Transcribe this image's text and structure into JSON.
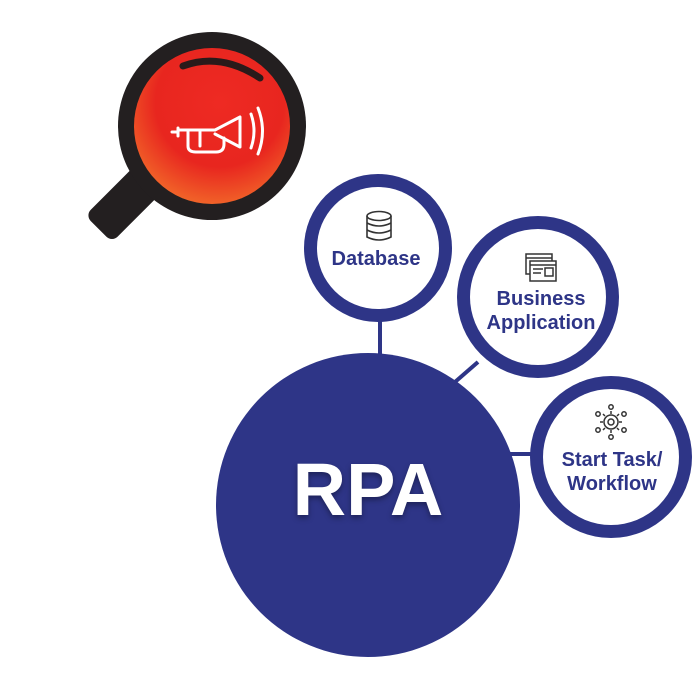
{
  "diagram": {
    "center": {
      "label": "RPA"
    },
    "nodes": [
      {
        "id": "database",
        "label": "Database",
        "icon": "database-icon"
      },
      {
        "id": "business-application",
        "label": "Business\nApplication",
        "icon": "web-application-icon"
      },
      {
        "id": "start-task-workflow",
        "label": "Start Task/\nWorkflow",
        "icon": "gear-network-icon"
      }
    ],
    "magnifier_icon": "horn-icon"
  },
  "colors": {
    "primary_navy": "#2e3587",
    "node_fill": "#ffffff",
    "lens_red": "#e8221f",
    "lens_orange": "#f06a2a",
    "handle_dark": "#231f20"
  }
}
